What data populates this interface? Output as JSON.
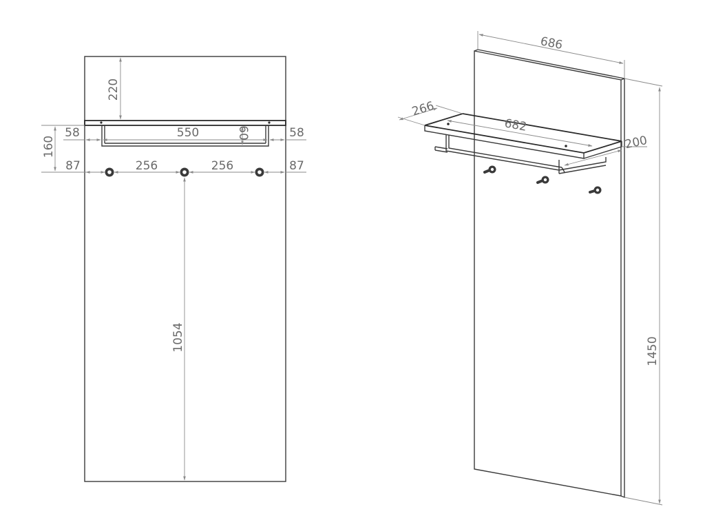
{
  "front_view": {
    "dim_top_to_shelf": "220",
    "dim_shelf_height_total": "160",
    "dim_left_rail_inset": "58",
    "dim_rail_width": "550",
    "dim_right_rail_inset": "58",
    "dim_rail_drop": "60",
    "dim_left_hook_inset": "87",
    "dim_hook_spacing_left": "256",
    "dim_hook_spacing_right": "256",
    "dim_right_hook_inset": "87",
    "dim_hook_to_bottom": "1054"
  },
  "iso_view": {
    "dim_panel_width": "686",
    "dim_shelf_depth": "266",
    "dim_shelf_width": "682",
    "dim_shelf_offset": "200",
    "dim_panel_height": "1450"
  }
}
